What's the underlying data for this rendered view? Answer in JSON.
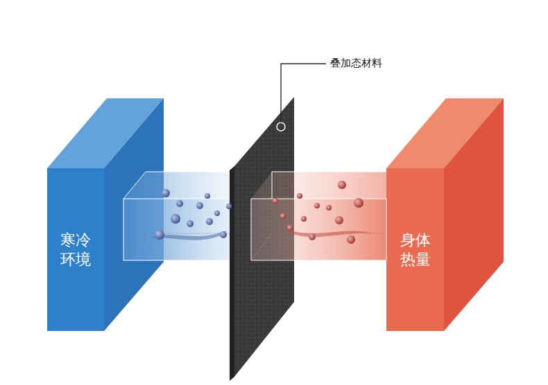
{
  "diagram": {
    "nodes": [
      {
        "text": [
          "寒冷 环境"
        ]
      },
      {
        "text": [
          "身体 热量"
        ]
      }
    ],
    "labels": [
      "叠加态材料"
    ]
  }
}
